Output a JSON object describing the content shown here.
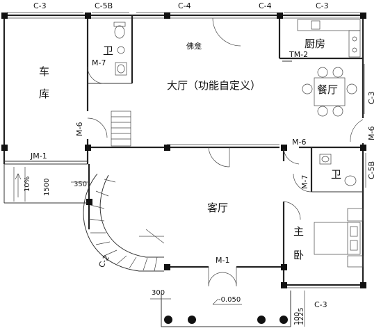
{
  "rooms": {
    "garage_line1": "车",
    "garage_line2": "库",
    "bath_upper": "卫",
    "hall": "大厅（功能自定义）",
    "shrine": "佛龛",
    "kitchen": "厨房",
    "dining": "餐厅",
    "living": "客厅",
    "bath_right": "卫",
    "master_line1": "主",
    "master_line2": "卧"
  },
  "openings": {
    "top_c3_left": "C-3",
    "top_c5b": "C-5B",
    "top_c4_left": "C-4",
    "top_c4_right": "C-4",
    "top_c3_right": "C-3",
    "m7_upper": "M-7",
    "m6_left": "M-6",
    "jm1": "JM-1",
    "tm2": "TM-2",
    "c3_right_upper": "C-3",
    "m6_right_side": "M-6",
    "m6_center": "M-6",
    "m7_right": "M-7",
    "c5b_right": "C-5B",
    "c2_stair": "C-2",
    "m1": "M-1",
    "c3_bottom_right": "C-3"
  },
  "dimensions": {
    "ramp_slope": "10%",
    "ramp_length": "1500",
    "dim_350": "350",
    "dim_300": "300",
    "elevation": "-0.050",
    "dim_1225": "1225",
    "dim_100": "100"
  }
}
